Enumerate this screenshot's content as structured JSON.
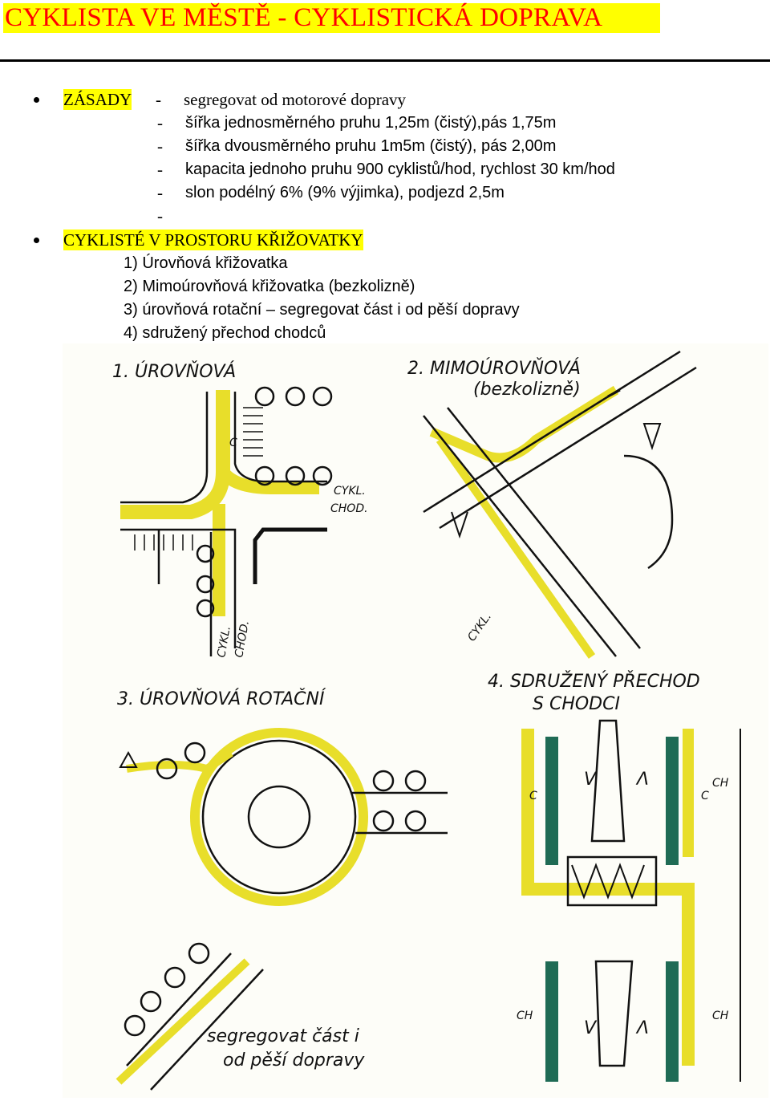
{
  "title": "CYKLISTA  VE  MĚSTĚ - CYKLISTICKÁ DOPRAVA",
  "zasady": {
    "label": "ZÁSADY",
    "lines": [
      "segregovat od motorové dopravy",
      "šířka jednosměrného pruhu 1,25m (čistý),pás 1,75m",
      "šířka dvousměrného pruhu 1m5m (čistý), pás 2,00m",
      "kapacita jednoho pruhu 900 cyklistů/hod, rychlost 30 km/hod",
      "slon podélný 6% (9% výjimka), podjezd 2,5m"
    ]
  },
  "crossing": {
    "label": "CYKLISTÉ V PROSTORU KŘIŽOVATKY",
    "items": [
      "1)  Úrovňová křižovatka",
      "2)  Mimoúrovňová křižovatka (bezkolizně)",
      "3)  úrovňová rotační – segregovat část i od pěší dopravy",
      "4)   sdružený přechod chodců"
    ]
  },
  "sketch": {
    "s1_title": "1.  ÚROVŇOVÁ",
    "s1_c": "C",
    "s1_cykl": "CYKL.",
    "s1_chod": "CHOD.",
    "s1_cykl_v": "CYKL.",
    "s1_chod_v": "CHOD.",
    "s2_title": "2.  MIMOÚROVŇOVÁ",
    "s2_sub": "(bezkolizně)",
    "s2_cykl": "CYKL.",
    "s3_title": "3.  ÚROVŇOVÁ  ROTAČNÍ",
    "s3_note1": "segregovat část i",
    "s3_note2": "od pěší dopravy",
    "s4_title": "4.  SDRUŽENÝ  PŘECHOD",
    "s4_sub": "S CHODCI",
    "s4_c1": "C",
    "s4_c2": "C",
    "s4_ch1": "CH",
    "s4_ch2": "CH",
    "s4_ch3": "CH",
    "s4_v1": "V",
    "s4_v2": "V",
    "s4_l1": "Λ",
    "s4_l2": "Λ",
    "colors": {
      "yellow": "#e8de2a",
      "green": "#1f6b55",
      "ink": "#111111"
    }
  }
}
